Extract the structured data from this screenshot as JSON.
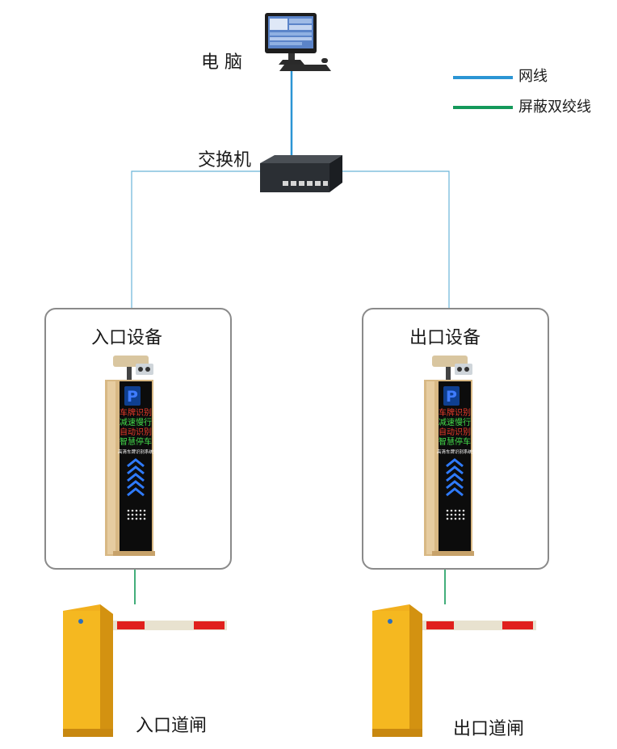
{
  "nodes": {
    "computer": {
      "label": "电 脑"
    },
    "switch": {
      "label": "交换机"
    },
    "entry_device": {
      "label": "入口设备"
    },
    "exit_device": {
      "label": "出口设备"
    },
    "entry_gate": {
      "label": "入口道闸"
    },
    "exit_gate": {
      "label": "出口道闸"
    }
  },
  "legend": [
    {
      "label": "网线",
      "color": "#2b95d4"
    },
    {
      "label": "屏蔽双绞线",
      "color": "#14995a"
    }
  ],
  "device_panel": {
    "logo": "P",
    "lines": [
      "车牌识别",
      "减速慢行",
      "自动识别",
      "智慧停车"
    ],
    "line_colors": [
      "#e83b2a",
      "#43d94a",
      "#e83b2a",
      "#43d94a"
    ],
    "footer": "高清车牌识别系统"
  },
  "colors": {
    "network_line": "#6ab5d8",
    "twisted_pair": "#14995a",
    "gate_body": "#f2b01e",
    "pole_red": "#e0201c",
    "box_border": "#8a8a8a"
  }
}
